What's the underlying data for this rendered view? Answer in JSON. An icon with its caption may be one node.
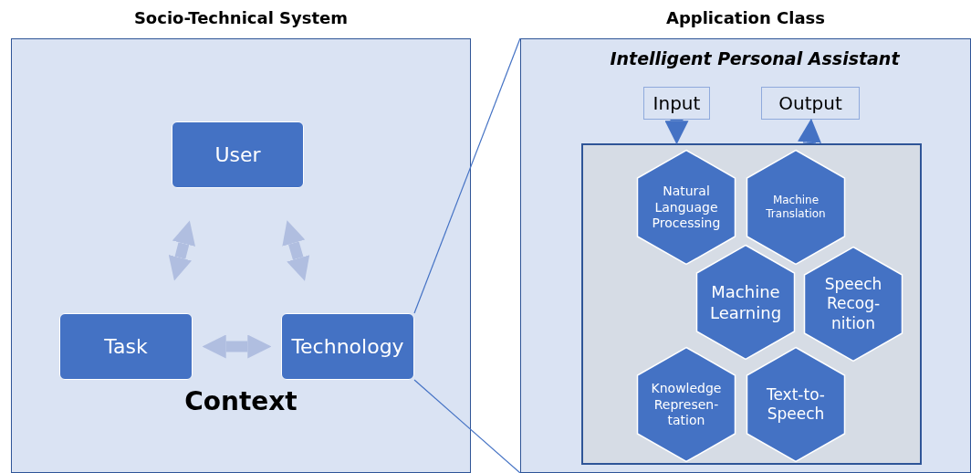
{
  "diagram": {
    "nodes": [
      {
        "text": [
          "Socio-Technical System",
          "Context"
        ]
      },
      {
        "text": [
          "User"
        ],
        "in": 0
      },
      {
        "text": [
          "Task"
        ],
        "in": 0
      },
      {
        "text": [
          "Technology"
        ],
        "in": 0
      },
      {
        "text": [
          "Application Class",
          "Intelligent Personal Assistant"
        ]
      },
      {
        "text": [
          "Input"
        ],
        "in": 4
      },
      {
        "text": [
          "Output"
        ],
        "in": 4
      },
      {
        "text": [],
        "shape": "box",
        "in": 4
      },
      {
        "text": [
          "Natural Language Processing"
        ],
        "in": 7
      },
      {
        "text": [
          "Machine Translation"
        ],
        "in": 7
      },
      {
        "text": [
          "Machine Learning"
        ],
        "in": 7
      },
      {
        "text": [
          "Speech Recog- nition"
        ],
        "in": 7
      },
      {
        "text": [
          "Knowledge Represen- tation"
        ],
        "in": 7
      },
      {
        "text": [
          "Text-to- Speech"
        ],
        "in": 7
      }
    ],
    "edges": [
      {
        "from": 1,
        "to": 2,
        "arrow": "both",
        "color": "#b0bee0"
      },
      {
        "from": 1,
        "to": 3,
        "arrow": "both",
        "color": "#b0bee0"
      },
      {
        "from": 2,
        "to": 3,
        "arrow": "both",
        "color": "#b0bee0"
      },
      {
        "from": 5,
        "to": 7,
        "arrow": "to"
      },
      {
        "from": 7,
        "to": 6,
        "arrow": "to"
      },
      {
        "from": 3,
        "to": 4,
        "arrow": "none"
      },
      {
        "from": 3,
        "to": 4,
        "arrow": "none"
      }
    ]
  }
}
